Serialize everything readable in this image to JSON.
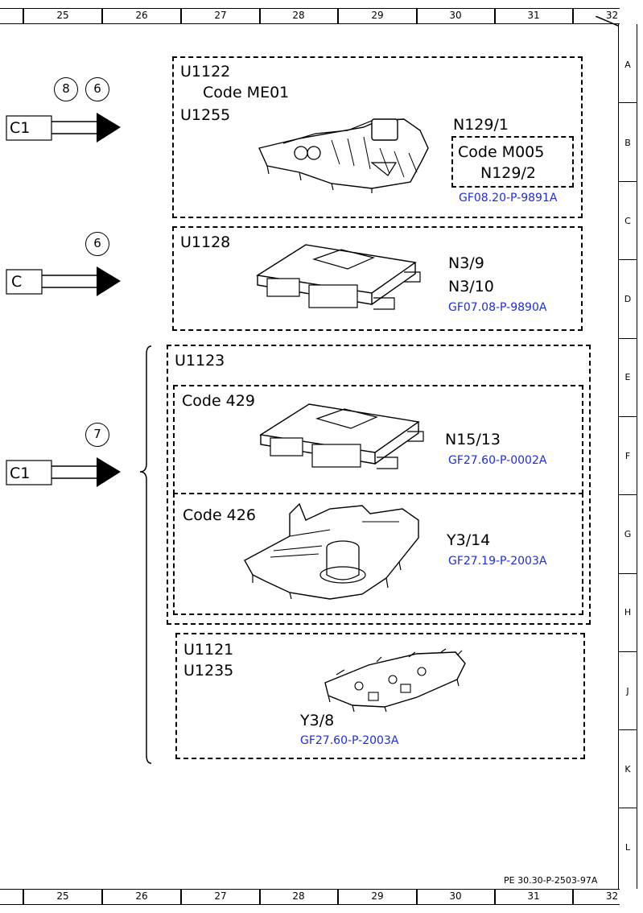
{
  "ruler": {
    "columns": [
      "25",
      "26",
      "27",
      "28",
      "29",
      "30",
      "31",
      "32"
    ]
  },
  "rows": [
    "A",
    "B",
    "C",
    "D",
    "E",
    "F",
    "G",
    "H",
    "J",
    "K",
    "L"
  ],
  "doc_id": "PE 30.30-P-2503-97A",
  "connectors": [
    {
      "label": "C1",
      "circles": [
        "8",
        "6"
      ]
    },
    {
      "label": "C",
      "circles": [
        "6"
      ]
    },
    {
      "label": "C1",
      "circles": [
        "7"
      ]
    }
  ],
  "box1": {
    "line1": "U1122",
    "line2": "Code ME01",
    "line3": "U1255",
    "part": "N129/1",
    "inner_code": "Code M005",
    "inner_part": "N129/2",
    "ref": "GF08.20-P-9891A"
  },
  "box2": {
    "code": "U1128",
    "part1": "N3/9",
    "part2": "N3/10",
    "ref": "GF07.08-P-9890A"
  },
  "box3": {
    "code": "U1123",
    "sub1": {
      "code": "Code 429",
      "part": "N15/13",
      "ref": "GF27.60-P-0002A"
    },
    "sub2": {
      "code": "Code 426",
      "part": "Y3/14",
      "ref": "GF27.19-P-2003A"
    }
  },
  "box4": {
    "line1": "U1121",
    "line2": "U1235",
    "part": "Y3/8",
    "ref": "GF27.60-P-2003A"
  }
}
